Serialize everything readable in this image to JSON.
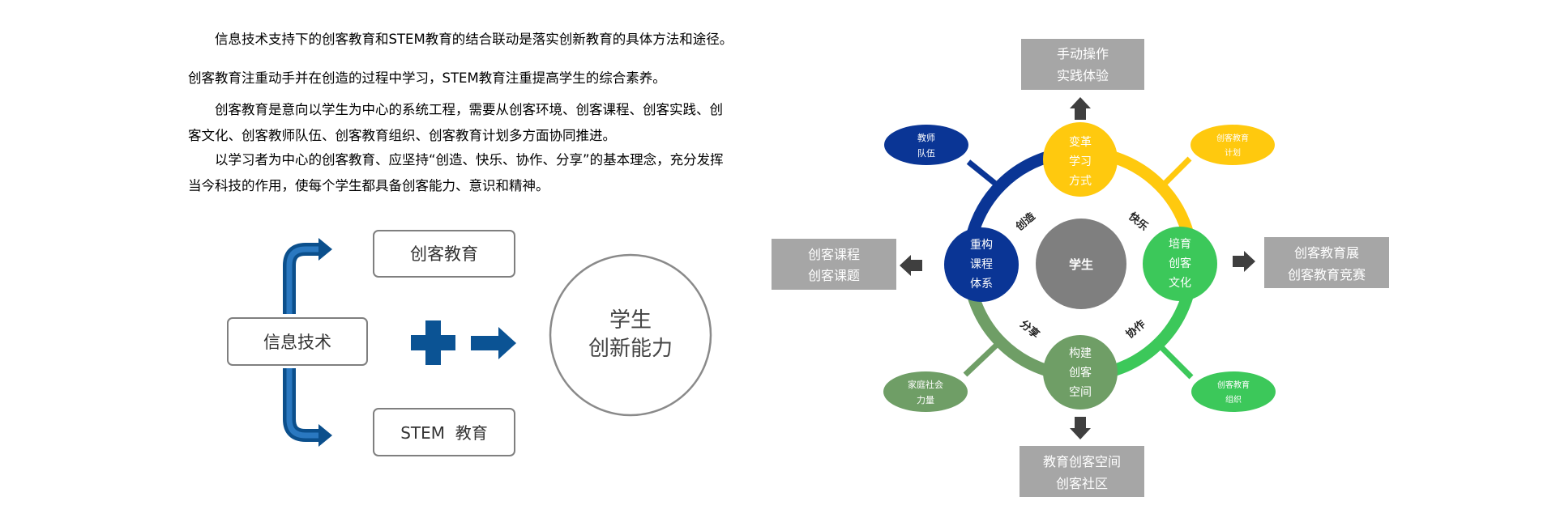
{
  "text": {
    "p1": "信息技术支持下的创客教育和STEM教育的结合联动是落实创新教育的具体方法和途径。",
    "p2": "创客教育注重动手并在创造的过程中学习，STEM教育注重提高学生的综合素养。",
    "p3": "创客教育是意向以学生为中心的系统工程，需要从创客环境、创客课程、创客实践、创客文化、创客教师队伍、创客教育组织、创客教育计划多方面协同推进。",
    "p4": "以学习者为中心的创客教育、应坚持“创造、快乐、协作、分享”的基本理念，充分发挥当今科技的作用，使每个学生都具备创客能力、意识和精神。"
  },
  "left_diagram": {
    "info_tech": "信息技术",
    "maker_edu": "创客教育",
    "stem_edu": "STEM  教育",
    "student_line1": "学生",
    "student_line2": "创新能力",
    "accent_color": "#0b5394"
  },
  "wheel": {
    "center": "学生",
    "top": [
      "变革",
      "学习",
      "方式"
    ],
    "left": [
      "重构",
      "课程",
      "体系"
    ],
    "right": [
      "培育",
      "创客",
      "文化"
    ],
    "bottom": [
      "构建",
      "创客",
      "空间"
    ],
    "arc_labels": {
      "create": "创造",
      "happy": "快乐",
      "share": "分享",
      "collab": "协作"
    },
    "teacher": [
      "教师",
      "队伍"
    ],
    "plan": [
      "创客教育",
      "计划"
    ],
    "family": [
      "家庭社会",
      "力量"
    ],
    "org": [
      "创客教育",
      "组织"
    ],
    "box_top": [
      "手动操作",
      "实践体验"
    ],
    "box_left": [
      "创客课程",
      "创客课题"
    ],
    "box_right": [
      "创客教育展",
      "创客教育竞赛"
    ],
    "box_bottom": [
      "教育创客空间",
      "创客社区"
    ],
    "colors": {
      "blue": "#0a3595",
      "yellow": "#ffc90e",
      "green": "#3cc85a",
      "sage": "#6f9e66",
      "gray_center": "#7f7f7f",
      "gray_box": "#a6a6a6",
      "arrow": "#3f3f3f"
    }
  }
}
